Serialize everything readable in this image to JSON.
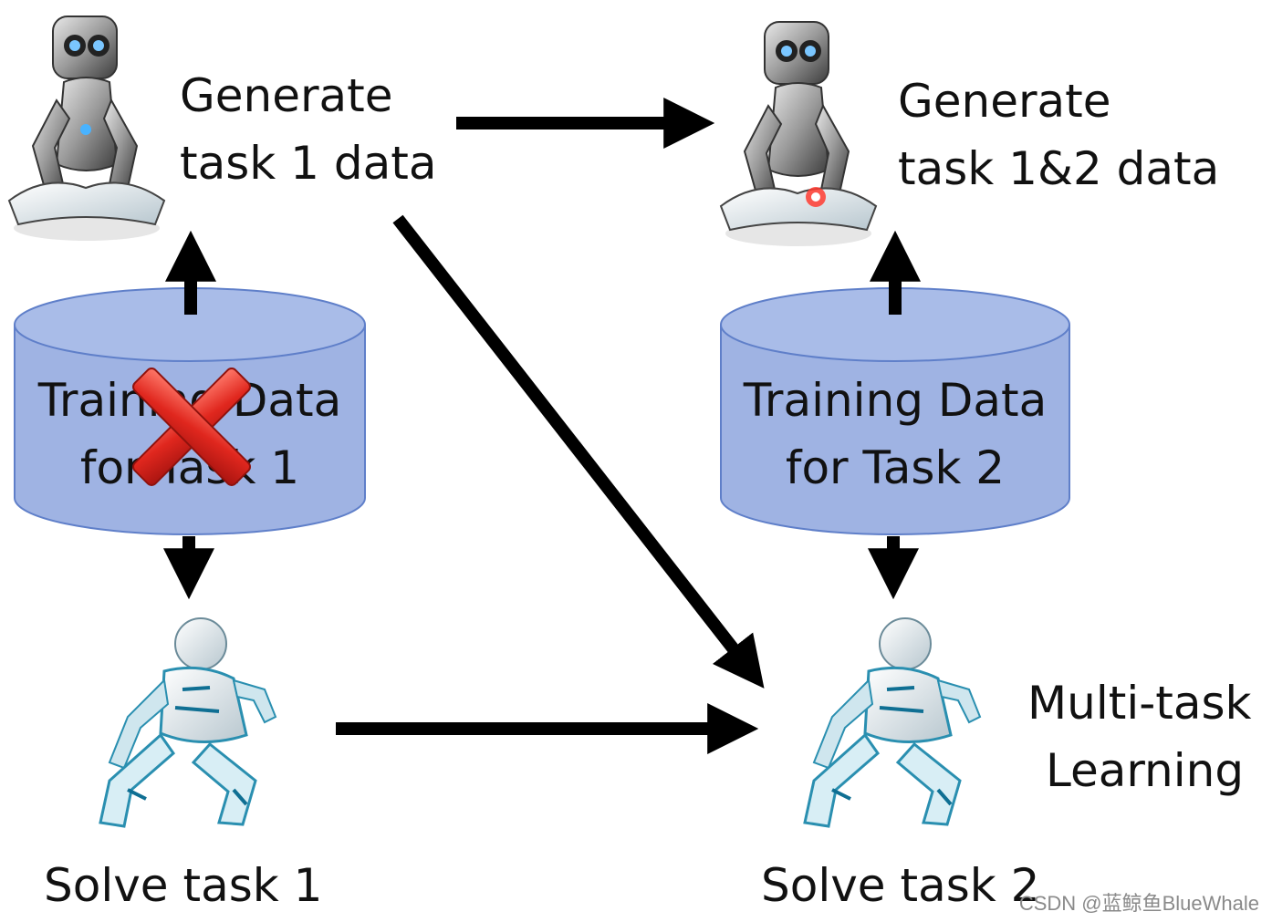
{
  "nodes": {
    "generate_task1": {
      "line1": "Generate",
      "line2": "task 1 data"
    },
    "generate_task12": {
      "line1": "Generate",
      "line2": "task 1&2 data"
    },
    "training_task1": {
      "line1": "Training Data",
      "line2": "for Task 1",
      "status": "deleted"
    },
    "training_task2": {
      "line1": "Training Data",
      "line2": "for Task 2"
    },
    "solve_task1": {
      "label": "Solve task 1"
    },
    "solve_task2": {
      "label": "Solve task 2"
    },
    "multitask": {
      "line1": "Multi-task",
      "line2": "Learning"
    }
  },
  "watermark": "CSDN @蓝鲸鱼BlueWhale",
  "colors": {
    "cylinder_fill": "#9fb3e3",
    "cylinder_stroke": "#5f7fc9",
    "arrow": "#000000",
    "cross": "#e0271e"
  }
}
